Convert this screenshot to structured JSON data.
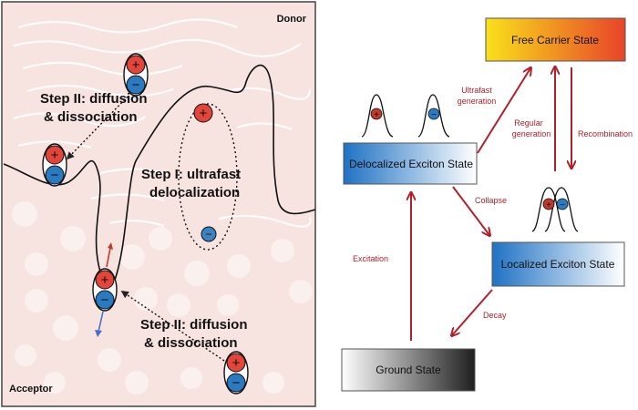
{
  "left_panel": {
    "donor_label": "Donor",
    "acceptor_label": "Acceptor",
    "step1_line1": "Step I: ultrafast",
    "step1_line2": "delocalization",
    "step2a_line1": "Step II: diffusion",
    "step2a_line2": "& dissociation",
    "step2b_line1": "Step II: diffusion",
    "step2b_line2": "& dissociation",
    "plus": "+",
    "minus": "−",
    "colors": {
      "panel_bg": "#f7e4e1",
      "hole": "#e2453a",
      "electron": "#2b7ac0",
      "acceptor_domain": "#fbf1ef"
    }
  },
  "right_panel": {
    "free_carrier": "Free Carrier State",
    "delocalized": "Delocalized Exciton State",
    "localized": "Localized Exciton State",
    "ground": "Ground State",
    "ultrafast_line1": "Ultrafast",
    "ultrafast_line2": "generation",
    "regular_line1": "Regular",
    "regular_line2": "generation",
    "recombination": "Recombination",
    "collapse": "Collapse",
    "excitation": "Excitation",
    "decay": "Decay",
    "colors": {
      "arrow": "#b3202a",
      "label": "#b3202a",
      "free_left": "#f9e11a",
      "free_right": "#e8432a",
      "state_blue": "#1f72c4",
      "ground_dark": "#222222"
    }
  }
}
